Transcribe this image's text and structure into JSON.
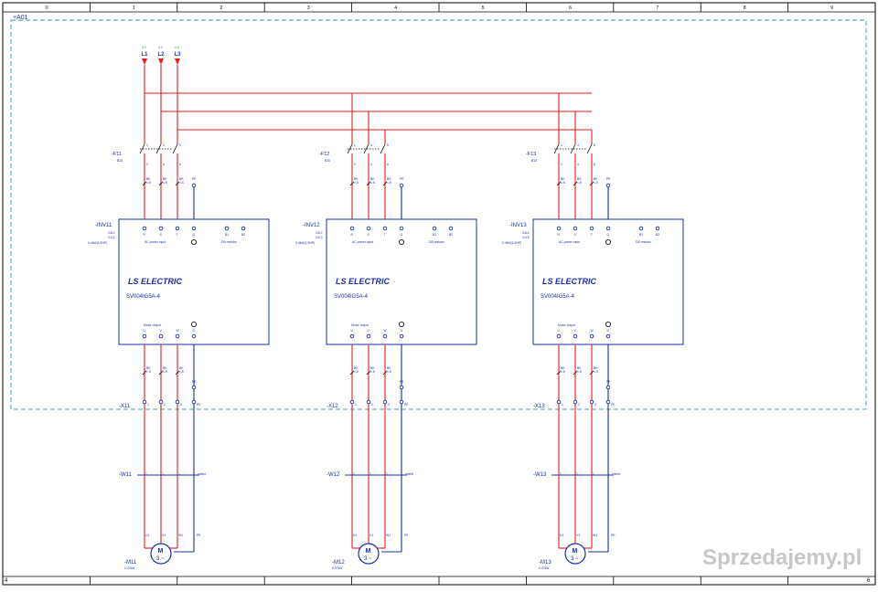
{
  "sheet": {
    "columns": [
      "0",
      "1",
      "2",
      "3",
      "4",
      "5",
      "6",
      "7",
      "8",
      "9"
    ],
    "area_tag": "+A01",
    "corner_left": "4",
    "corner_right": "6"
  },
  "supply": {
    "refs": [
      "4.2",
      "4.2",
      "4.2"
    ],
    "phases": [
      "L1",
      "L2",
      "L3"
    ]
  },
  "groups": [
    {
      "breaker": {
        "tag": "-F11",
        "rating": "B10"
      },
      "inverter": {
        "tag": "-INV11",
        "refs": [
          "/18.0",
          "/14.1"
        ],
        "power": "0.4kW(1/2HP)",
        "input_terms": [
          "R",
          "S",
          "T",
          "G"
        ],
        "input_caption": "AC power input",
        "db_terms": [
          "B1",
          "B2"
        ],
        "db_caption": "DB resistor",
        "brand": "LS ELECTRIC",
        "model": "SV004IG5A-4",
        "output_caption": "Motor output",
        "output_terms": [
          "U",
          "V",
          "W",
          "G"
        ]
      },
      "terminal": {
        "tag": "-X11",
        "terms": [
          "1",
          "2",
          "3",
          "PE"
        ]
      },
      "cable": {
        "tag": "-W11",
        "cores": [
          "1",
          "1",
          "1"
        ],
        "shield": "shield"
      },
      "motor": {
        "tag": "-M11",
        "power": "0,37kW",
        "terms": [
          "U1",
          "V1",
          "W1",
          "PE"
        ]
      }
    },
    {
      "breaker": {
        "tag": "-F12",
        "rating": "B10"
      },
      "inverter": {
        "tag": "-INV12",
        "refs": [
          "/18.2",
          "/14.3"
        ],
        "power": "0.4kW(1/2HP)",
        "input_terms": [
          "R",
          "S",
          "T",
          "G"
        ],
        "input_caption": "AC power input",
        "db_terms": [
          "B1",
          "B2"
        ],
        "db_caption": "DB resistor",
        "brand": "LS ELECTRIC",
        "model": "SV004IG5A-4",
        "output_caption": "Motor output",
        "output_terms": [
          "U",
          "V",
          "W",
          "G"
        ]
      },
      "terminal": {
        "tag": "-X12",
        "terms": [
          "1",
          "2",
          "3",
          "PE"
        ]
      },
      "cable": {
        "tag": "-W12",
        "cores": [
          "1",
          "1",
          "1"
        ],
        "shield": "shield"
      },
      "motor": {
        "tag": "-M12",
        "power": "0,37kW",
        "terms": [
          "U1",
          "V1",
          "W1",
          "PE"
        ]
      }
    },
    {
      "breaker": {
        "tag": "-F13",
        "rating": "B10"
      },
      "inverter": {
        "tag": "-INV13",
        "refs": [
          "/18.4",
          "/14.5"
        ],
        "power": "0.4kW(1/2HP)",
        "input_terms": [
          "R",
          "S",
          "T",
          "G"
        ],
        "input_caption": "AC power input",
        "db_terms": [
          "B1",
          "B2"
        ],
        "db_caption": "DB resistor",
        "brand": "LS ELECTRIC",
        "model": "SV004IG5A-4",
        "output_caption": "Motor output",
        "output_terms": [
          "U",
          "V",
          "W",
          "G"
        ]
      },
      "terminal": {
        "tag": "-X13",
        "terms": [
          "1",
          "2",
          "3",
          "PE"
        ]
      },
      "cable": {
        "tag": "-W13",
        "cores": [
          "1",
          "1",
          "1"
        ],
        "shield": "shield"
      },
      "motor": {
        "tag": "-M13",
        "power": "0,37kW",
        "terms": [
          "U1",
          "V1",
          "W1",
          "PE"
        ]
      }
    }
  ],
  "wire_marks": {
    "phase": [
      "BK",
      "BK",
      "BK"
    ],
    "size": "1,5",
    "pe": "PE"
  },
  "watermark": "Sprzedajemy.pl"
}
